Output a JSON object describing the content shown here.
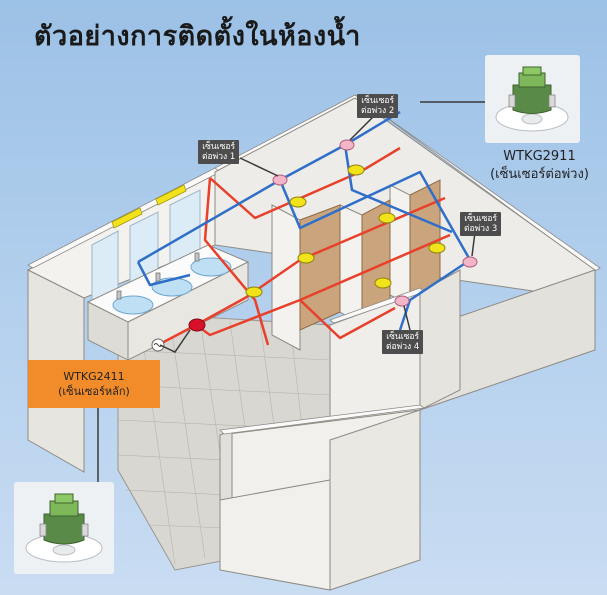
{
  "title": "ตัวอย่างการติดตั้งในห้องน้ำ",
  "main_sensor": {
    "model": "WTKG2411",
    "desc": "(เซ็นเซอร์หลัก)"
  },
  "slave_sensor": {
    "model": "WTKG2911",
    "desc": "(เซ็นเซอร์ต่อพ่วง)"
  },
  "sensor_tags": [
    {
      "line1": "เซ็นเซอร์",
      "line2": "ต่อพ่วง 1"
    },
    {
      "line1": "เซ็นเซอร์",
      "line2": "ต่อพ่วง 2"
    },
    {
      "line1": "เซ็นเซอร์",
      "line2": "ต่อพ่วง 3"
    },
    {
      "line1": "เซ็นเซอร์",
      "line2": "ต่อพ่วง 4"
    }
  ],
  "colors": {
    "wire_red": "#e8402a",
    "wire_blue": "#2f6fc9",
    "main_sensor": "#d8102a",
    "slave_sensor": "#f2b6c8",
    "light": "#f2e21a",
    "label_orange": "#f28c2a",
    "partition": "#c9a47c",
    "wall": "#f4f2ee",
    "floor": "#d9d7d2"
  }
}
